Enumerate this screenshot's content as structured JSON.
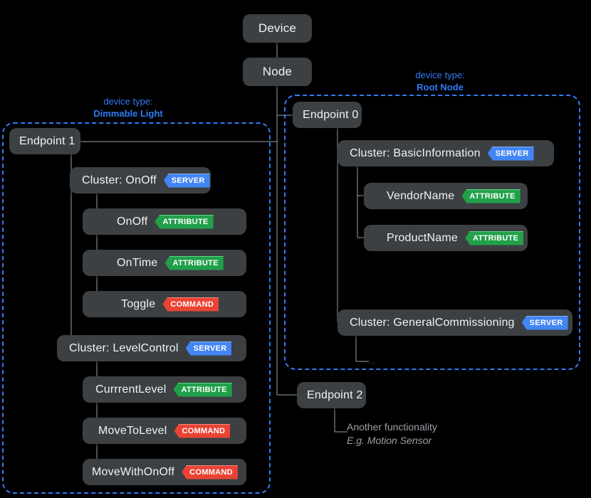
{
  "diagram": {
    "title_nodes": [
      {
        "id": "device",
        "label": "Device"
      },
      {
        "id": "node",
        "label": "Node"
      }
    ],
    "colors": {
      "background": "#000000",
      "box_fill": "#3c4043",
      "box_text": "#f1f3f4",
      "group_border": "#2f7bf6",
      "group_label": "#2f7bf6",
      "connector": "#9aa0a6",
      "badge_server": "#4285f4",
      "badge_attribute": "#21a04a",
      "badge_command": "#ea4335",
      "note_text": "#9aa0a6"
    },
    "groups": [
      {
        "id": "dimmable-light",
        "label_line1": "device type:",
        "label_line2": "Dimmable Light"
      },
      {
        "id": "root-node",
        "label_line1": "device type:",
        "label_line2": "Root Node"
      }
    ],
    "endpoints": [
      {
        "id": "endpoint-1",
        "label": "Endpoint 1"
      },
      {
        "id": "endpoint-0",
        "label": "Endpoint 0"
      },
      {
        "id": "endpoint-2",
        "label": "Endpoint 2"
      }
    ],
    "clusters": [
      {
        "id": "cluster-onoff",
        "label": "Cluster: OnOff",
        "badge": "SERVER",
        "badge_kind": "server"
      },
      {
        "id": "cluster-levelcontrol",
        "label": "Cluster: LevelControl",
        "badge": "SERVER",
        "badge_kind": "server"
      },
      {
        "id": "cluster-basicinformation",
        "label": "Cluster: BasicInformation",
        "badge": "SERVER",
        "badge_kind": "server"
      },
      {
        "id": "cluster-generalcommissioning",
        "label": "Cluster: GeneralCommissioning",
        "badge": "SERVER",
        "badge_kind": "server"
      }
    ],
    "leaves": [
      {
        "id": "onoff",
        "label": "OnOff",
        "badge": "ATTRIBUTE",
        "badge_kind": "attribute"
      },
      {
        "id": "ontime",
        "label": "OnTime",
        "badge": "ATTRIBUTE",
        "badge_kind": "attribute"
      },
      {
        "id": "toggle",
        "label": "Toggle",
        "badge": "COMMAND",
        "badge_kind": "command"
      },
      {
        "id": "currrentlevel",
        "label": "CurrrentLevel",
        "badge": "ATTRIBUTE",
        "badge_kind": "attribute"
      },
      {
        "id": "movetolevel",
        "label": "MoveToLevel",
        "badge": "COMMAND",
        "badge_kind": "command"
      },
      {
        "id": "movewithonoff",
        "label": "MoveWithOnOff",
        "badge": "COMMAND",
        "badge_kind": "command"
      },
      {
        "id": "vendorname",
        "label": "VendorName",
        "badge": "ATTRIBUTE",
        "badge_kind": "attribute"
      },
      {
        "id": "productname",
        "label": "ProductName",
        "badge": "ATTRIBUTE",
        "badge_kind": "attribute"
      }
    ],
    "notes": {
      "endpoint2_line1": "Another functionality",
      "endpoint2_line2": "E.g. Motion Sensor",
      "generalcommissioning_more": "..."
    }
  }
}
